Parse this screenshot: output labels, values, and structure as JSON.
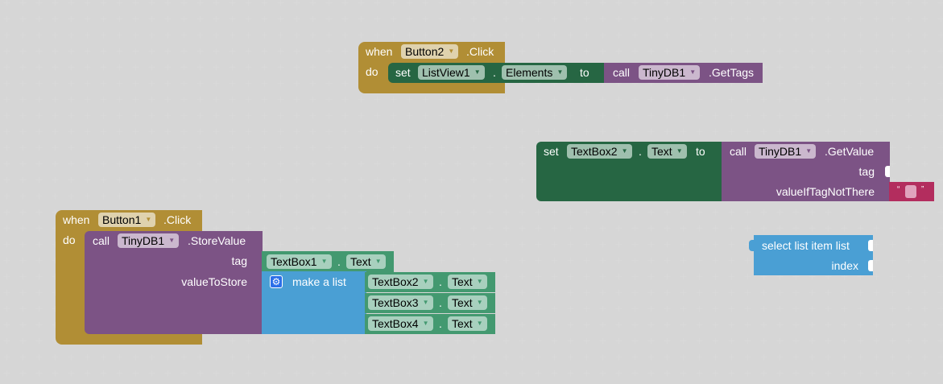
{
  "workspace": {
    "blocks": {
      "button2_click": {
        "when": "when",
        "component": "Button2",
        "event": ".Click",
        "do": "do",
        "set_listview": {
          "set": "set",
          "component": "ListView1",
          "dot": ".",
          "property": "Elements",
          "to": "to",
          "call_gettags": {
            "call": "call",
            "component": "TinyDB1",
            "method": ".GetTags"
          }
        }
      },
      "set_textbox2": {
        "set": "set",
        "component": "TextBox2",
        "dot": ".",
        "property": "Text",
        "to": "to",
        "call_getvalue": {
          "call": "call",
          "component": "TinyDB1",
          "method": ".GetValue",
          "tag_label": "tag",
          "value_label": "valueIfTagNotThere",
          "empty_string": {
            "open_quote": "“",
            "close_quote": "”"
          }
        }
      },
      "button1_click": {
        "when": "when",
        "component": "Button1",
        "event": ".Click",
        "do": "do",
        "call_storevalue": {
          "call": "call",
          "component": "TinyDB1",
          "method": ".StoreValue",
          "tag_label": "tag",
          "value_label": "valueToStore",
          "tag_getter": {
            "component": "TextBox1",
            "dot": ".",
            "property": "Text"
          },
          "make_list": {
            "label": "make a list",
            "icon": "gear-icon",
            "items": [
              {
                "component": "TextBox2",
                "dot": ".",
                "property": "Text"
              },
              {
                "component": "TextBox3",
                "dot": ".",
                "property": "Text"
              },
              {
                "component": "TextBox4",
                "dot": ".",
                "property": "Text"
              }
            ]
          }
        }
      },
      "select_list_item": {
        "label": "select list item  list",
        "index_label": "index"
      }
    }
  },
  "colors": {
    "event": "#b18e35",
    "setter": "#266643",
    "procedure": "#7c5385",
    "component_getter": "#439970",
    "list": "#4a9fd4",
    "text": "#b32d5e"
  }
}
